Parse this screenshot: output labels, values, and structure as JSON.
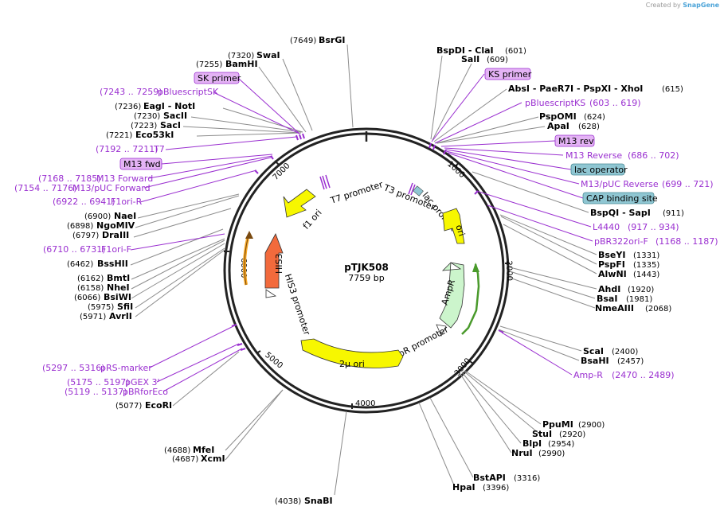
{
  "credit": {
    "prefix": "Created by",
    "brand": "SnapGene"
  },
  "plasmid": {
    "name": "pTJK508",
    "length": "7759 bp"
  },
  "ticks": [
    "1000",
    "2000",
    "3000",
    "4000",
    "5000",
    "6000",
    "7000"
  ],
  "enzymes": [
    {
      "pos": "(7649)",
      "name": "BsrGI"
    },
    {
      "pos": "(7320)",
      "name": "SwaI"
    },
    {
      "pos": "(7255)",
      "name": "BamHI"
    },
    {
      "pos": "(7236)",
      "name": "EagI  -  NotI"
    },
    {
      "pos": "(7230)",
      "name": "SacII"
    },
    {
      "pos": "(7223)",
      "name": "SacI"
    },
    {
      "pos": "(7221)",
      "name": "Eco53kI"
    },
    {
      "pos": "(6900)",
      "name": "NaeI"
    },
    {
      "pos": "(6898)",
      "name": "NgoMIV"
    },
    {
      "pos": "(6797)",
      "name": "DraIII"
    },
    {
      "pos": "(6462)",
      "name": "BssHII"
    },
    {
      "pos": "(6162)",
      "name": "BmtI"
    },
    {
      "pos": "(6158)",
      "name": "NheI"
    },
    {
      "pos": "(6066)",
      "name": "BsiWI"
    },
    {
      "pos": "(5975)",
      "name": "SfiI"
    },
    {
      "pos": "(5971)",
      "name": "AvrII"
    },
    {
      "pos": "(5077)",
      "name": "EcoRI"
    },
    {
      "pos": "(4688)",
      "name": "MfeI"
    },
    {
      "pos": "(4687)",
      "name": "XcmI"
    },
    {
      "pos": "(4038)",
      "name": "SnaBI"
    },
    {
      "pos": "(601)",
      "name": "BspDI  -  ClaI"
    },
    {
      "pos": "(609)",
      "name": "SalI"
    },
    {
      "pos": "(615)",
      "name": "AbsI  -  PaeR7I  -  PspXI  -  XhoI"
    },
    {
      "pos": "(624)",
      "name": "PspOMI"
    },
    {
      "pos": "(628)",
      "name": "ApaI"
    },
    {
      "pos": "(911)",
      "name": "BspQI  -  SapI"
    },
    {
      "pos": "(1331)",
      "name": "BseYI"
    },
    {
      "pos": "(1335)",
      "name": "PspFI"
    },
    {
      "pos": "(1443)",
      "name": "AlwNI"
    },
    {
      "pos": "(1920)",
      "name": "AhdI"
    },
    {
      "pos": "(1981)",
      "name": "BsaI"
    },
    {
      "pos": "(2068)",
      "name": "NmeAIII"
    },
    {
      "pos": "(2400)",
      "name": "ScaI"
    },
    {
      "pos": "(2457)",
      "name": "BsaHI"
    },
    {
      "pos": "(2900)",
      "name": "PpuMI"
    },
    {
      "pos": "(2920)",
      "name": "StuI"
    },
    {
      "pos": "(2954)",
      "name": "BlpI"
    },
    {
      "pos": "(2990)",
      "name": "NruI"
    },
    {
      "pos": "(3316)",
      "name": "BstAPI"
    },
    {
      "pos": "(3396)",
      "name": "HpaI"
    }
  ],
  "primers": [
    {
      "range": "(7243 .. 7259)",
      "name": "pBluescriptSK"
    },
    {
      "range": "(7192 .. 7211)",
      "name": "T7"
    },
    {
      "range": "(7168 .. 7185)",
      "name": "M13 Forward"
    },
    {
      "range": "(7154 .. 7176)",
      "name": "M13/pUC Forward"
    },
    {
      "range": "(6922 .. 6941)",
      "name": "F1ori-R"
    },
    {
      "range": "(6710 .. 6731)",
      "name": "F1ori-F"
    },
    {
      "range": "(5297 .. 5316)",
      "name": "pRS-marker"
    },
    {
      "range": "(5175 .. 5197)",
      "name": "pGEX 3'"
    },
    {
      "range": "(5119 .. 5137)",
      "name": "pBRforEco"
    },
    {
      "range": "(603 .. 619)",
      "name": "pBluescriptKS"
    },
    {
      "range": "(686 .. 702)",
      "name": "M13 Reverse"
    },
    {
      "range": "(699 .. 721)",
      "name": "M13/pUC Reverse"
    },
    {
      "range": "(917 .. 934)",
      "name": "L4440"
    },
    {
      "range": "(1168 .. 1187)",
      "name": "pBR322ori-F"
    },
    {
      "range": "(2470 .. 2489)",
      "name": "Amp-R"
    }
  ],
  "boxed_primers": [
    "SK primer",
    "M13 fwd",
    "KS primer",
    "M13 rev"
  ],
  "boxed_features": [
    "lac operator",
    "CAP binding site"
  ],
  "features": [
    "f1 ori",
    "T7 promoter",
    "T3 promoter",
    "lac promoter",
    "ori",
    "AmpR",
    "AmpR promoter",
    "2μ ori",
    "HIS3",
    "HIS3 promoter"
  ],
  "colors": {
    "primer": "#9a2fd0",
    "primer_box": "#e4b3f5",
    "lac_box": "#8fc6d2",
    "feature_yellow": "#f7f700",
    "his3": "#f26a3c",
    "ampr": "#ccf5cc",
    "f1ori_orange": "#f5a623",
    "line": "#8c8c8c",
    "backbone": "#222222"
  }
}
